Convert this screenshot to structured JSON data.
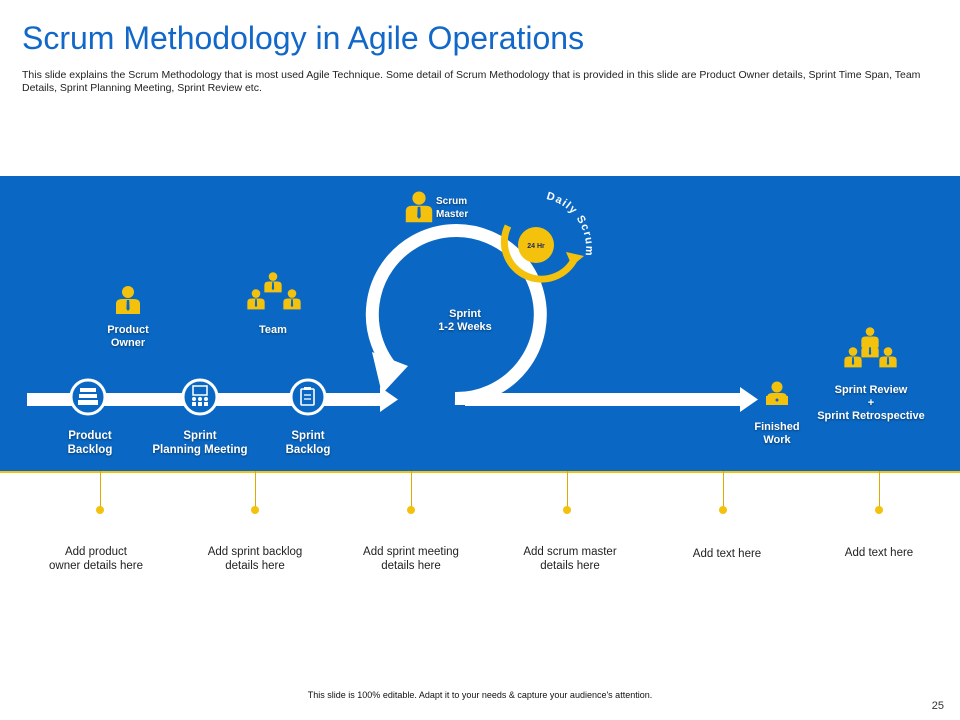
{
  "slide": {
    "title": "Scrum Methodology in Agile Operations",
    "description": "This slide explains the Scrum Methodology that is most used Agile Technique. Some detail of Scrum Methodology that is provided in this slide are Product Owner details, Sprint Time Span, Team Details, Sprint Planning Meeting, Sprint Review etc.",
    "footer": "This slide is 100% editable. Adapt it to your needs & capture your audience's attention.",
    "page_number": "25"
  },
  "colors": {
    "title": "#1268c8",
    "band": "#0a68c4",
    "accent": "#f4c20d",
    "white": "#ffffff"
  },
  "diagram": {
    "product_owner": {
      "line1": "Product",
      "line2": "Owner",
      "icon": "person-icon"
    },
    "team": {
      "label": "Team",
      "icon": "team-icon"
    },
    "scrum_master": {
      "line1": "Scrum",
      "line2": "Master",
      "icon": "person-icon"
    },
    "sprint": {
      "line1": "Sprint",
      "line2": "1-2 Weeks"
    },
    "daily_scrum": {
      "label": "Daily Scrum",
      "hours": "24 Hr"
    },
    "steps": [
      {
        "line1": "Product",
        "line2": "Backlog",
        "icon": "backlog-stack-icon"
      },
      {
        "line1": "Sprint",
        "line2": "Planning Meeting",
        "icon": "meeting-icon"
      },
      {
        "line1": "Sprint",
        "line2": "Backlog",
        "icon": "clipboard-icon"
      }
    ],
    "finished_work": {
      "line1": "Finished",
      "line2": "Work",
      "icon": "worker-laptop-icon"
    },
    "sprint_review": {
      "line1": "Sprint Review",
      "line2": "+",
      "line3": "Sprint Retrospective",
      "icon": "team-icon"
    }
  },
  "details": [
    {
      "line1": "Add product",
      "line2": "owner details here"
    },
    {
      "line1": "Add sprint backlog",
      "line2": "details here"
    },
    {
      "line1": "Add sprint meeting",
      "line2": "details here"
    },
    {
      "line1": "Add scrum master",
      "line2": "details here"
    },
    {
      "line1": "Add text here",
      "line2": ""
    },
    {
      "line1": "Add text here",
      "line2": ""
    }
  ]
}
